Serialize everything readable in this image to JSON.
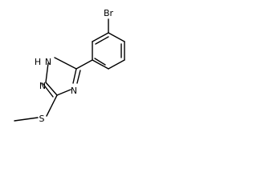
{
  "molecule": {
    "atoms": {
      "br": "Br",
      "nh": "H",
      "n1": "N",
      "n2": "N",
      "n3": "N",
      "s": "S"
    }
  }
}
